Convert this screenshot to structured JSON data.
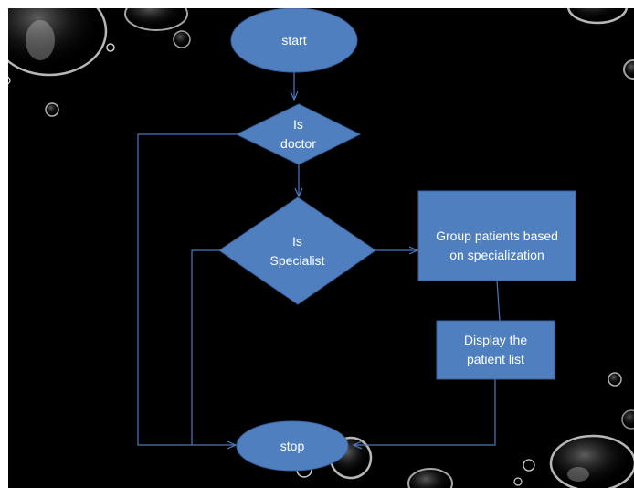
{
  "colors": {
    "background": "#000000",
    "shape_fill": "#4f7fbf",
    "shape_border": "#3a64a0",
    "connector": "#4a78c0",
    "text": "#ffffff"
  },
  "flowchart": {
    "start": "start",
    "is_doctor": "Is\ndoctor",
    "is_specialist": "Is\nSpecialist",
    "group_patients": "Group patients based\non specialization",
    "display_list": "Display the\npatient list",
    "stop": "stop"
  }
}
